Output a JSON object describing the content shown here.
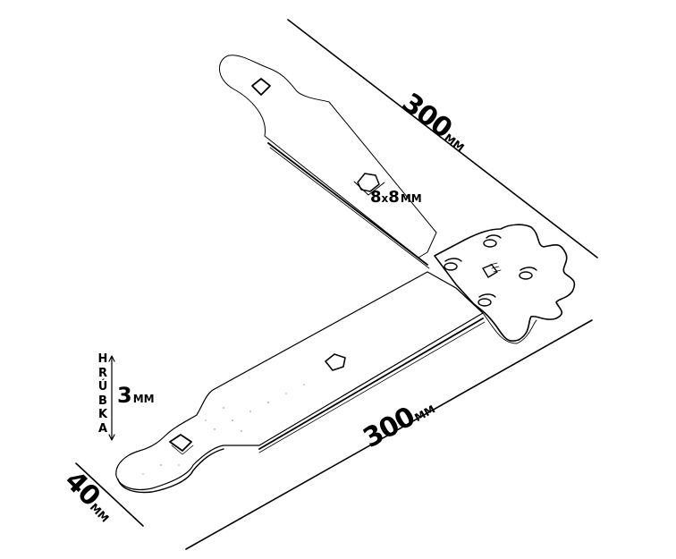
{
  "diagram": {
    "subject": "Ornamental strap hinge (T-hinge) line drawing",
    "colors": {
      "line": "#000000",
      "background": "#ffffff",
      "plate_fill": "#ffffff"
    },
    "dimensions": {
      "upper_length": {
        "value": "300",
        "unit": "MM"
      },
      "lower_length": {
        "value": "300",
        "unit": "MM"
      },
      "width": {
        "value": "40",
        "unit": "MM"
      },
      "hole": {
        "a": "8",
        "sep": "x",
        "b": "8",
        "unit": "MM"
      },
      "thickness": {
        "label_letters": [
          "H",
          "R",
          "Ú",
          "B",
          "K",
          "A"
        ],
        "value": "3",
        "unit": "MM"
      }
    }
  }
}
